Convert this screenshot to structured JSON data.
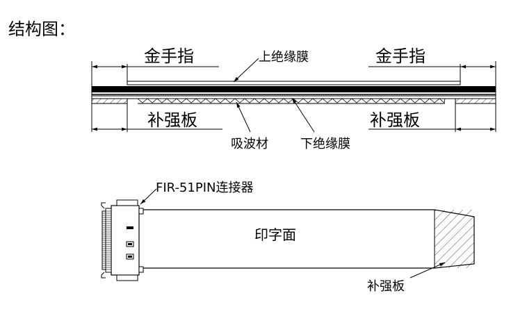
{
  "page_title": "结构图：",
  "cross_section": {
    "gold_finger_left": "金手指",
    "gold_finger_right": "金手指",
    "top_insulation": "上绝缘膜",
    "stiffener_left": "补强板",
    "stiffener_right": "补强板",
    "absorber": "吸波材",
    "bottom_insulation": "下绝缘膜"
  },
  "top_view": {
    "connector_label": "FIR-51PIN连接器",
    "print_side": "印字面",
    "stiffener": "补强板"
  }
}
